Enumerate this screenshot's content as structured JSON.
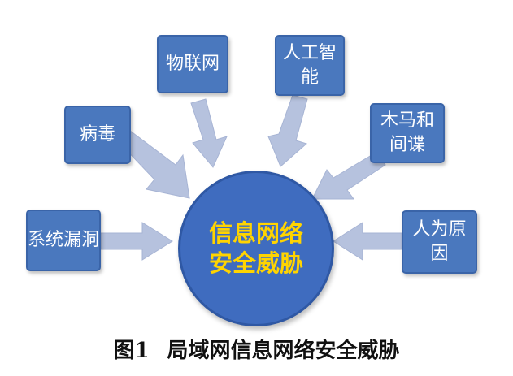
{
  "center": {
    "label": "信息网络安全威胁"
  },
  "factors": {
    "virus": "病毒",
    "iot": "物联网",
    "ai": "人工智能",
    "trojan": "木马和间谍",
    "vuln": "系统漏洞",
    "human": "人为原因"
  },
  "caption": {
    "number": "图1",
    "title": "局域网信息网络安全威胁"
  },
  "colors": {
    "box": "#4a78be",
    "circle": "#3f6cbf",
    "center_text": "#ffd400",
    "arrow": "#b6c2de"
  }
}
